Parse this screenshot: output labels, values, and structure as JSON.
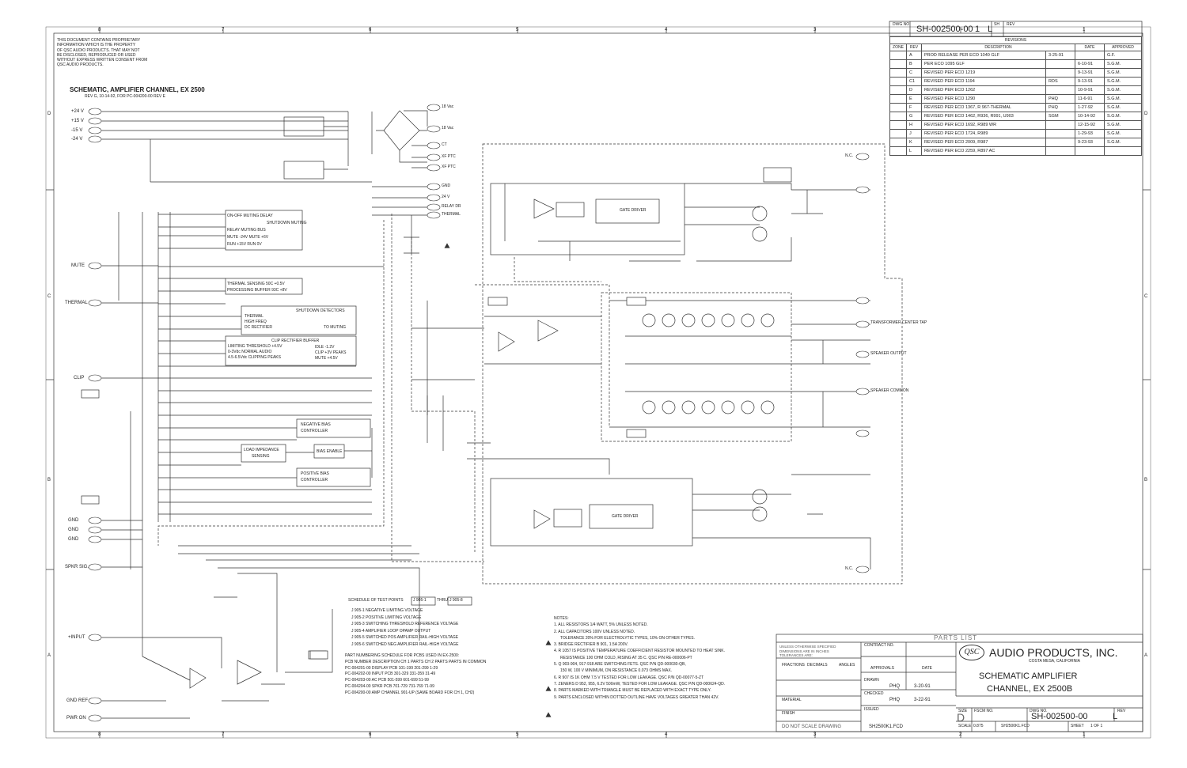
{
  "drawing_no_header": {
    "label": "DWG NO",
    "number": "SH-002500-00",
    "sheet": "1",
    "rev": "L",
    "sh_label": "SH",
    "rev_label": "REV"
  },
  "zone_numbers_top": [
    "8",
    "7",
    "6",
    "5",
    "4",
    "3",
    "2",
    "1"
  ],
  "zone_letters": [
    "D",
    "C",
    "B",
    "A"
  ],
  "proprietary_notice": [
    "THIS DOCUMENT CONTAINS PROPRIETARY",
    "INFORMATION WHICH IS THE PROPERTY",
    "OF QSC AUDIO PRODUCTS. THAT MAY NOT",
    "BE DISCLOSED, REPRODUCED OR USED",
    "WITHOUT EXPRESS WRITTEN CONSENT FROM",
    "QSC AUDIO PRODUCTS."
  ],
  "schematic_title": "SCHEMATIC, AMPLIFIER CHANNEL, EX 2500",
  "schematic_subtitle": "REV G, 10-14-92, FOR PC-004200-00 REV E",
  "revisions": {
    "title": "REVISIONS",
    "headers": [
      "ZONE",
      "REV",
      "DESCRIPTION",
      "DATE",
      "APPROVED"
    ],
    "rows": [
      {
        "zone": "",
        "rev": "A",
        "desc": "PROD RELEASE PER ECO 1040 GLF",
        "extra": "3-25-91",
        "date": "",
        "appr": "G.F."
      },
      {
        "zone": "",
        "rev": "B",
        "desc": "PER ECO 1095 GLF",
        "extra": "",
        "date": "6-10-91",
        "appr": "S.G.M."
      },
      {
        "zone": "",
        "rev": "C",
        "desc": "REVISED PER ECO 1219",
        "extra": "",
        "date": "9-13-91",
        "appr": "S.G.M."
      },
      {
        "zone": "",
        "rev": "C1",
        "desc": "REVISED PER ECO 1194",
        "extra": "RDS",
        "date": "9-13-91",
        "appr": "S.G.M."
      },
      {
        "zone": "",
        "rev": "D",
        "desc": "REVISED PER ECO 1262",
        "extra": "",
        "date": "10-9-91",
        "appr": "S.G.M."
      },
      {
        "zone": "",
        "rev": "E",
        "desc": "REVISED PER ECO 1290",
        "extra": "PHQ",
        "date": "11-6-91",
        "appr": "S.G.M."
      },
      {
        "zone": "",
        "rev": "F",
        "desc": "REVISED PER ECO 1367, R 967-THERMAL",
        "extra": "PHQ",
        "date": "1-27-92",
        "appr": "S.G.M."
      },
      {
        "zone": "",
        "rev": "G",
        "desc": "REVISED PER ECO 1462, R936, R991, U903",
        "extra": "SGM",
        "date": "10-14-92",
        "appr": "S.G.M."
      },
      {
        "zone": "",
        "rev": "H",
        "desc": "REVISED PER ECO 1692, R989 WR",
        "extra": "",
        "date": "12-15-92",
        "appr": "S.G.M."
      },
      {
        "zone": "",
        "rev": "J",
        "desc": "REVISED PER ECO 1724, R989",
        "extra": "",
        "date": "1-29-93",
        "appr": "S.G.M."
      },
      {
        "zone": "",
        "rev": "K",
        "desc": "REVISED PER ECO 2009, R987",
        "extra": "",
        "date": "9-23-93",
        "appr": "S.G.M."
      },
      {
        "zone": "",
        "rev": "L",
        "desc": "REVISED PER ECO 2259, R897 AC",
        "extra": "",
        "date": "",
        "appr": ""
      }
    ]
  },
  "signals_left": [
    "+24 V",
    "+15 V",
    "-15 V",
    "-24 V",
    "MUTE",
    "THERMAL",
    "CLIP",
    "GND",
    "GND",
    "GND",
    "SPKR SIG.",
    "+INPUT",
    "GND REF",
    "PWR ON"
  ],
  "signals_right": [
    "N.C.",
    "TRANSFORMER CENTER TAP",
    "SPEAKER OUTPUT",
    "SPEAKER COMMON",
    "N.C."
  ],
  "connector_labels": [
    "18 Vac",
    "18 Vac",
    "CT",
    "XF PTC",
    "XF PTC",
    "GND",
    "24 V",
    "RELAY DR",
    "THERMAL"
  ],
  "function_blocks": [
    {
      "id": "mute",
      "lines": [
        "ON-OFF MUTING DELAY",
        "SHUTDOWN MUTING",
        "RELAY        MUTING BUS",
        "MUTE -24V    MUTE +6V",
        "RUN +15V     RUN 0V"
      ]
    },
    {
      "id": "thermal",
      "lines": [
        "THERMAL SENSING        50C +0.5V",
        "PROCESSING BUFFER      93C +8V"
      ]
    },
    {
      "id": "shutdown",
      "lines": [
        "SHUTDOWN DETECTORS",
        "THERMAL",
        "HIGH FREQ",
        "DC RECTIFIER",
        "TO MUTING"
      ]
    },
    {
      "id": "clip",
      "lines": [
        "CLIP RECTIFIER BUFFER",
        "LIMITING THRESHOLD +4.5V",
        "0-3Vdc NORMAL AUDIO",
        "4.5-6.5Vdc CLIPPING PEAKS",
        "IDLE -1.2V",
        "CLIP +3V PEAKS",
        "MUTE +4.5V"
      ]
    },
    {
      "id": "negbias",
      "lines": [
        "NEGATIVE BIAS",
        "CONTROLLER"
      ]
    },
    {
      "id": "loadimp",
      "lines": [
        "LOAD IMPEDANCE",
        "SENSING"
      ]
    },
    {
      "id": "biasen",
      "lines": [
        "BIAS ENABLE"
      ]
    },
    {
      "id": "posbias",
      "lines": [
        "POSITIVE BIAS",
        "CONTROLLER"
      ]
    },
    {
      "id": "gatedriver",
      "lines": [
        "GATE DRIVER"
      ]
    }
  ],
  "test_points": {
    "title": "SCHEDULE OF TEST POINTS",
    "range_from": "J 905-1",
    "range_to": "J 905-8",
    "thru": "THRU",
    "items": [
      "J 905-1  NEGATIVE LIMITING VOLTAGE",
      "J 905-2  POSITIVE LIMITING VOLTAGE",
      "J 905-3  SWITCHING THRESHOLD REFERENCE VOLTAGE",
      "J 905-4  AMPLIFIER LOOP OPAMP OUTPUT",
      "J 905-5  SWITCHED POS AMPLIFIER RAIL-HIGH VOLTAGE",
      "J 905-6  SWITCHED NEG AMPLIFIER RAIL-HIGH VOLTAGE"
    ]
  },
  "part_numbering": {
    "title": "PART NUMBERING SCHEDULE FOR PCBS USED IN EX-2500:",
    "header": "PCB NUMBER    DESCRIPTION    CH 1 PARTS    CH 2 PARTS    PARTS IN COMMON",
    "rows": [
      "PC-004201-00    DISPLAY PCB      101-199      201-299      1-29",
      "PC-004202-00    INPUT PCB        301-329      331-359      31-49",
      "PC-004203-00    AC PCB           501-599      601-699      51-99",
      "PC-004204-00    SPKR PCB         701-729      731-769      71-99",
      "PC-004200-00    AMP CHANNEL      901-UP (SAME BOARD FOR CH 1, CH2)"
    ]
  },
  "notes": {
    "title": "NOTES:",
    "items": [
      "1. ALL RESISTORS 1/4 WATT, 5% UNLESS NOTED.",
      "2. ALL CAPACITORS 100V UNLESS NOTED.",
      "TOLERANCE 20% FOR ELECTROLYTIC TYPES, 10% ON OTHER TYPES.",
      "3. BRIDGE RECTIFIER B 901, 1.5A 200V.",
      "4. R 1057 IS POSITIVE TEMPERATURE COEFFICIENT RESISTOR MOUNTED TO HEAT SINK.",
      "RESISTANCE 100 OHM COLD, RISING AT 35 C. QSC P/N RE-000006-PT",
      "5. Q 903-904, 917-918 ARE SWITCHING FETS. QSC P/N QD-000030-QB,",
      "150 W, 100 V MINIMUM, ON RESISTANCE 0.073 OHMS MAX.",
      "6. R 907 IS 1K OHM 7.5 V TESTED FOR LOW LEAKAGE. QSC P/N QD-00077-5-ZT",
      "7. ZENERS D 952, 955, 6.2V 500mW, TESTED FOR LOW LEAKAGE. QSC P/N QD-000624-QD.",
      "8. PARTS MARKED WITH TRIANGLE MUST BE REPLACED WITH EXACT TYPE ONLY.",
      "9. PARTS ENCLOSED WITHIN DOTTED OUTLINE HAVE VOLTAGES GREATER THAN 42V."
    ]
  },
  "title_block": {
    "parts_list": "PARTS LIST",
    "company": "AUDIO PRODUCTS, INC.",
    "city": "COSTA MESA, CALIFORNIA",
    "logo_text": "QSC",
    "title_line1": "SCHEMATIC AMPLIFIER",
    "title_line2": "CHANNEL, EX 2500B",
    "tolerances": [
      "UNLESS OTHERWISE SPECIFIED",
      "DIMENSIONS ARE IN INCHES",
      "TOLERANCES ARE:"
    ],
    "fractions_label": "FRACTIONS",
    "decimals_label": "DECIMALS",
    "angles_label": "ANGLES",
    "material_label": "MATERIAL",
    "finish_label": "FINISH",
    "contract_label": "CONTRACT NO.",
    "approvals_label": "APPROVALS",
    "date_label": "DATE",
    "drawn_label": "DRAWN",
    "drawn_by": "PHQ",
    "drawn_date": "3-20-91",
    "checked_label": "CHECKED",
    "checked_by": "PHQ",
    "checked_date": "3-22-91",
    "issued_label": "ISSUED",
    "size_label": "SIZE",
    "size": "D",
    "fscm_label": "FSCM NO.",
    "dwg_label": "DWG NO.",
    "dwg_no": "SH-002500-00",
    "rev_label": "REV",
    "rev": "L",
    "scale_label": "SCALE",
    "scale": "0.875",
    "file": "SH2500K1.FCD",
    "sheet_label": "SHEET",
    "sheet": "1  OF 1",
    "do_not_scale": "DO NOT SCALE DRAWING",
    "file_left": "SH2500K1.FCD"
  },
  "colors": {
    "ink": "#333333",
    "paper": "#ffffff"
  }
}
